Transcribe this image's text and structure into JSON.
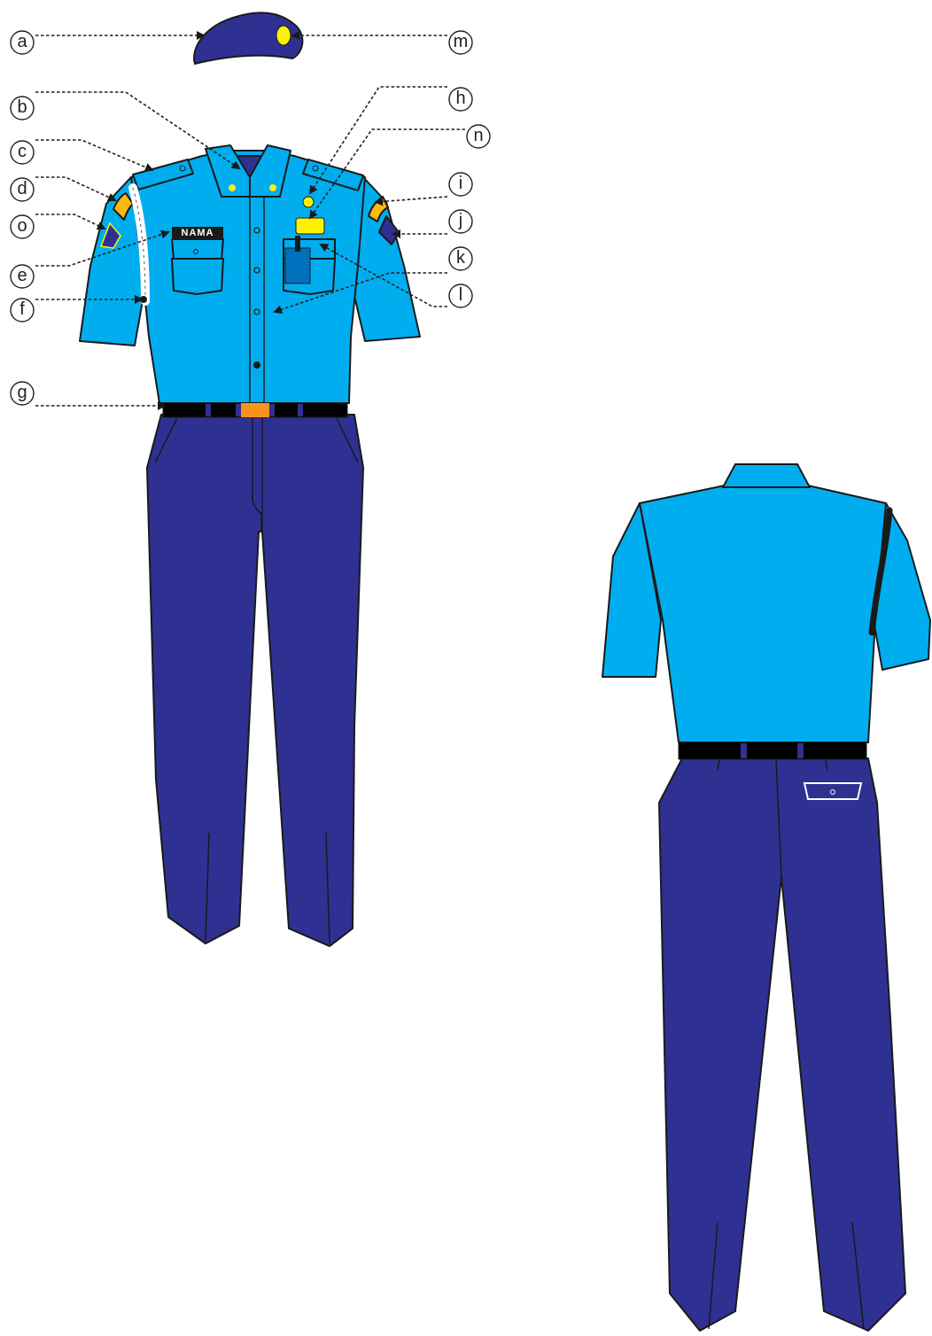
{
  "callouts": [
    {
      "id": "a",
      "label": "a"
    },
    {
      "id": "b",
      "label": "b"
    },
    {
      "id": "c",
      "label": "c"
    },
    {
      "id": "d",
      "label": "d"
    },
    {
      "id": "o",
      "label": "o"
    },
    {
      "id": "e",
      "label": "e"
    },
    {
      "id": "f",
      "label": "f"
    },
    {
      "id": "g",
      "label": "g"
    },
    {
      "id": "m",
      "label": "m"
    },
    {
      "id": "h",
      "label": "h"
    },
    {
      "id": "n",
      "label": "n"
    },
    {
      "id": "i",
      "label": "i"
    },
    {
      "id": "j",
      "label": "j"
    },
    {
      "id": "k",
      "label": "k"
    },
    {
      "id": "l",
      "label": "l"
    }
  ],
  "name_tag": {
    "text": "NAMA"
  },
  "colors": {
    "shirt": "#00aeef",
    "shirt_shade": "#0da0dc",
    "trousers": "#2e3192",
    "beret": "#2e3192",
    "belt": "#000000",
    "buckle": "#f7941d",
    "badge_yellow": "#fff200",
    "rank_orange": "#fdb913",
    "lanyard": "#ffffff"
  }
}
